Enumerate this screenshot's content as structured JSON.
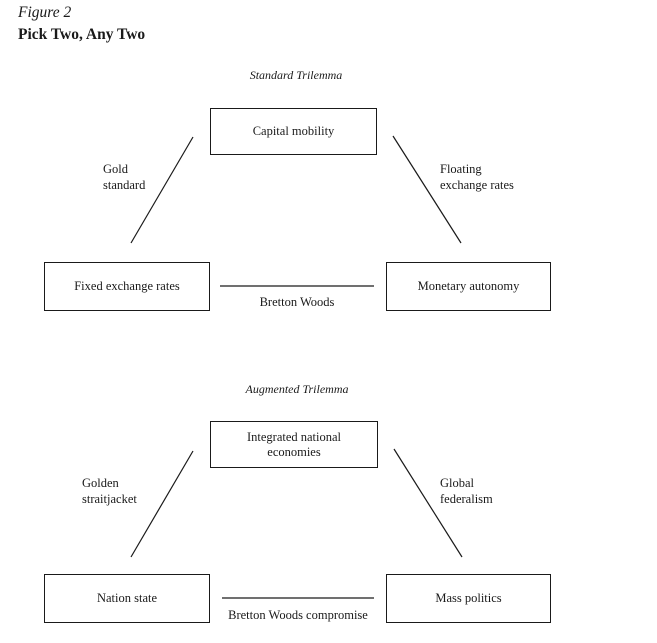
{
  "figure_label": "Figure 2",
  "title": "Pick Two, Any Two",
  "standard": {
    "title": "Standard Trilemma",
    "top_node": "Capital mobility",
    "left_node": "Fixed exchange rates",
    "right_node": "Monetary autonomy",
    "left_edge": [
      "Gold",
      "standard"
    ],
    "right_edge": [
      "Floating",
      "exchange rates"
    ],
    "bottom_edge": "Bretton Woods"
  },
  "augmented": {
    "title": "Augmented Trilemma",
    "top_node": [
      "Integrated national",
      "economies"
    ],
    "left_node": "Nation state",
    "right_node": "Mass politics",
    "left_edge": [
      "Golden",
      "straitjacket"
    ],
    "right_edge": [
      "Global",
      "federalism"
    ],
    "bottom_edge": "Bretton Woods compromise"
  },
  "colors": {
    "ink": "#1a1a1a",
    "background": "#ffffff"
  }
}
